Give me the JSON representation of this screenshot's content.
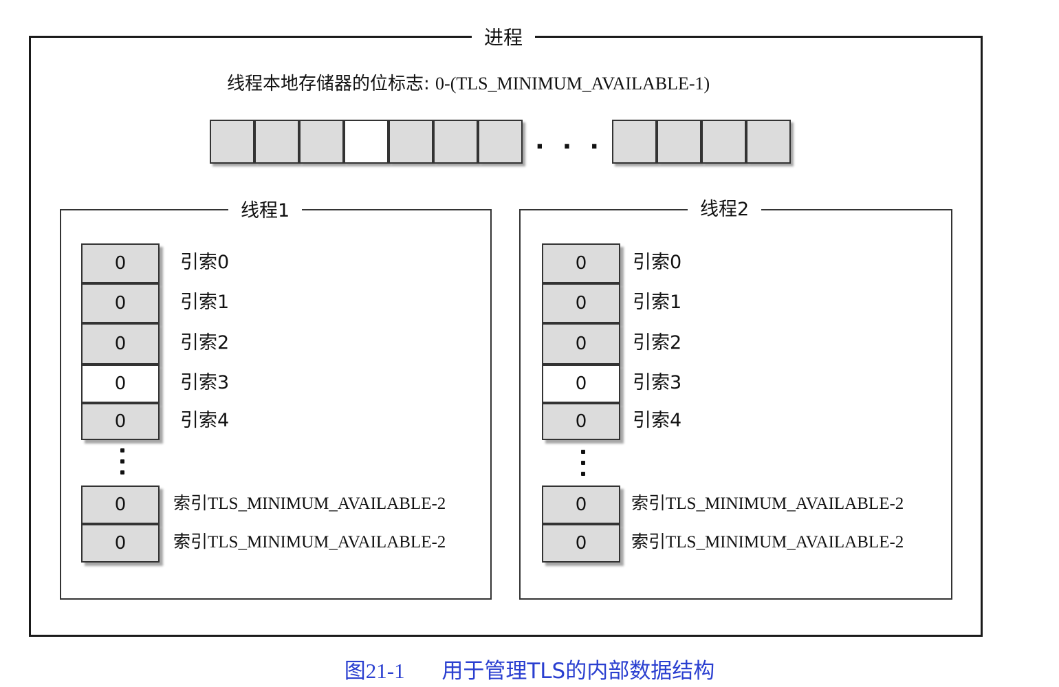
{
  "process": {
    "title": "进程",
    "bitmap_label": "线程本地存储器的位标志:",
    "bitmap_range": "0-(TLS_MINIMUM_AVAILABLE-1)",
    "bitmap_left_cells": [
      "used",
      "used",
      "used",
      "free",
      "used",
      "used",
      "used"
    ],
    "bitmap_right_cells": [
      "used",
      "used",
      "used",
      "used"
    ],
    "ellipsis": "..."
  },
  "threads": [
    {
      "title": "线程1",
      "slots": [
        {
          "value": "0",
          "label": "引索0",
          "state": "used"
        },
        {
          "value": "0",
          "label": "引索1",
          "state": "used"
        },
        {
          "value": "0",
          "label": "引索2",
          "state": "used"
        },
        {
          "value": "0",
          "label": "引索3",
          "state": "free"
        },
        {
          "value": "0",
          "label": "引索4",
          "state": "used"
        }
      ],
      "tail_slots": [
        {
          "value": "0",
          "label": "索引TLS_MINIMUM_AVAILABLE-2",
          "state": "used"
        },
        {
          "value": "0",
          "label": "索引TLS_MINIMUM_AVAILABLE-2",
          "state": "used"
        }
      ]
    },
    {
      "title": "线程2",
      "slots": [
        {
          "value": "0",
          "label": "引索0",
          "state": "used"
        },
        {
          "value": "0",
          "label": "引索1",
          "state": "used"
        },
        {
          "value": "0",
          "label": "引索2",
          "state": "used"
        },
        {
          "value": "0",
          "label": "引索3",
          "state": "free"
        },
        {
          "value": "0",
          "label": "引索4",
          "state": "used"
        }
      ],
      "tail_slots": [
        {
          "value": "0",
          "label": "索引TLS_MINIMUM_AVAILABLE-2",
          "state": "used"
        },
        {
          "value": "0",
          "label": "索引TLS_MINIMUM_AVAILABLE-2",
          "state": "used"
        }
      ]
    }
  ],
  "caption": {
    "figure_no": "图21-1",
    "text": "用于管理TLS的内部数据结构"
  },
  "colors": {
    "caption": "#2a3fd0",
    "cell_used": "#dcdcdc",
    "cell_free": "#ffffff"
  }
}
